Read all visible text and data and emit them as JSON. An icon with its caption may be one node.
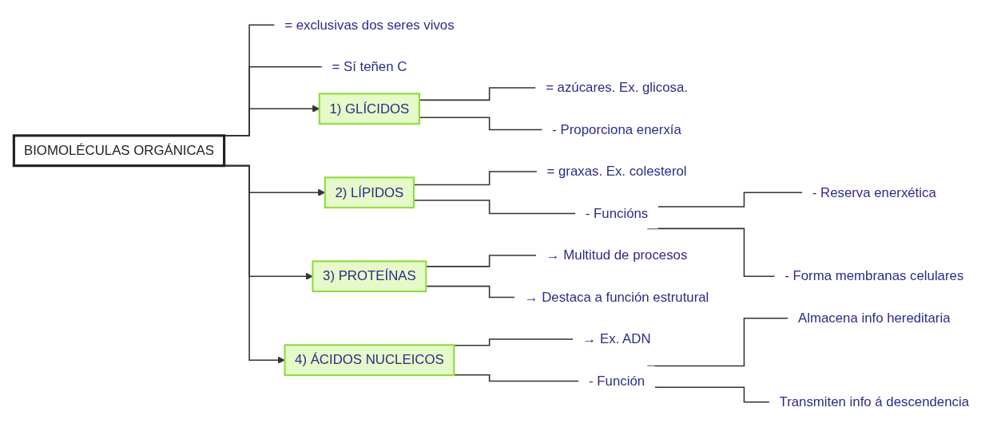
{
  "diagram": {
    "nodes": [
      {
        "text": [
          "BIOMOLÉCULAS ORGÁNICAS"
        ]
      },
      {
        "text": [
          "= exclusivas dos seres vivos"
        ]
      },
      {
        "text": [
          "= Sí teñen C"
        ]
      },
      {
        "text": [
          "1) GLÍCIDOS"
        ]
      },
      {
        "text": [
          "= azúcares. Ex. glicosa."
        ]
      },
      {
        "text": [
          "- Proporciona enerxía"
        ]
      },
      {
        "text": [
          "2) LÍPIDOS"
        ]
      },
      {
        "text": [
          "= graxas. Ex. colesterol"
        ]
      },
      {
        "text": [
          "- Funcións"
        ]
      },
      {
        "text": [
          "- Reserva enerxética"
        ]
      },
      {
        "text": [
          "- Forma membranas celulares"
        ]
      },
      {
        "text": [
          "3) PROTEÍNAS"
        ]
      },
      {
        "text": [
          "→ Multitud de procesos"
        ]
      },
      {
        "text": [
          "→ Destaca a función estrutural"
        ]
      },
      {
        "text": [
          "4) ÁCIDOS NUCLEICOS"
        ]
      },
      {
        "text": [
          "→ Ex. ADN"
        ]
      },
      {
        "text": [
          "- Función"
        ]
      },
      {
        "text": [
          "Almacena info hereditaria"
        ]
      },
      {
        "text": [
          "Transmiten info á descendencia"
        ]
      }
    ],
    "edges": [
      {
        "from": 0,
        "to": 1,
        "arrow": "none"
      },
      {
        "from": 0,
        "to": 2,
        "arrow": "none"
      },
      {
        "from": 0,
        "to": 3,
        "arrow": "to"
      },
      {
        "from": 0,
        "to": 6,
        "arrow": "to"
      },
      {
        "from": 0,
        "to": 11,
        "arrow": "to"
      },
      {
        "from": 0,
        "to": 14,
        "arrow": "to"
      },
      {
        "from": 3,
        "to": 4,
        "arrow": "none"
      },
      {
        "from": 3,
        "to": 5,
        "arrow": "none"
      },
      {
        "from": 6,
        "to": 7,
        "arrow": "none"
      },
      {
        "from": 6,
        "to": 8,
        "arrow": "none"
      },
      {
        "from": 8,
        "to": 9,
        "arrow": "none"
      },
      {
        "from": 8,
        "to": 10,
        "arrow": "none"
      },
      {
        "from": 11,
        "to": 12,
        "arrow": "none"
      },
      {
        "from": 11,
        "to": 13,
        "arrow": "none"
      },
      {
        "from": 14,
        "to": 15,
        "arrow": "none"
      },
      {
        "from": 14,
        "to": 16,
        "arrow": "none"
      },
      {
        "from": 16,
        "to": 17,
        "arrow": "none"
      },
      {
        "from": 16,
        "to": 18,
        "arrow": "none"
      }
    ]
  }
}
